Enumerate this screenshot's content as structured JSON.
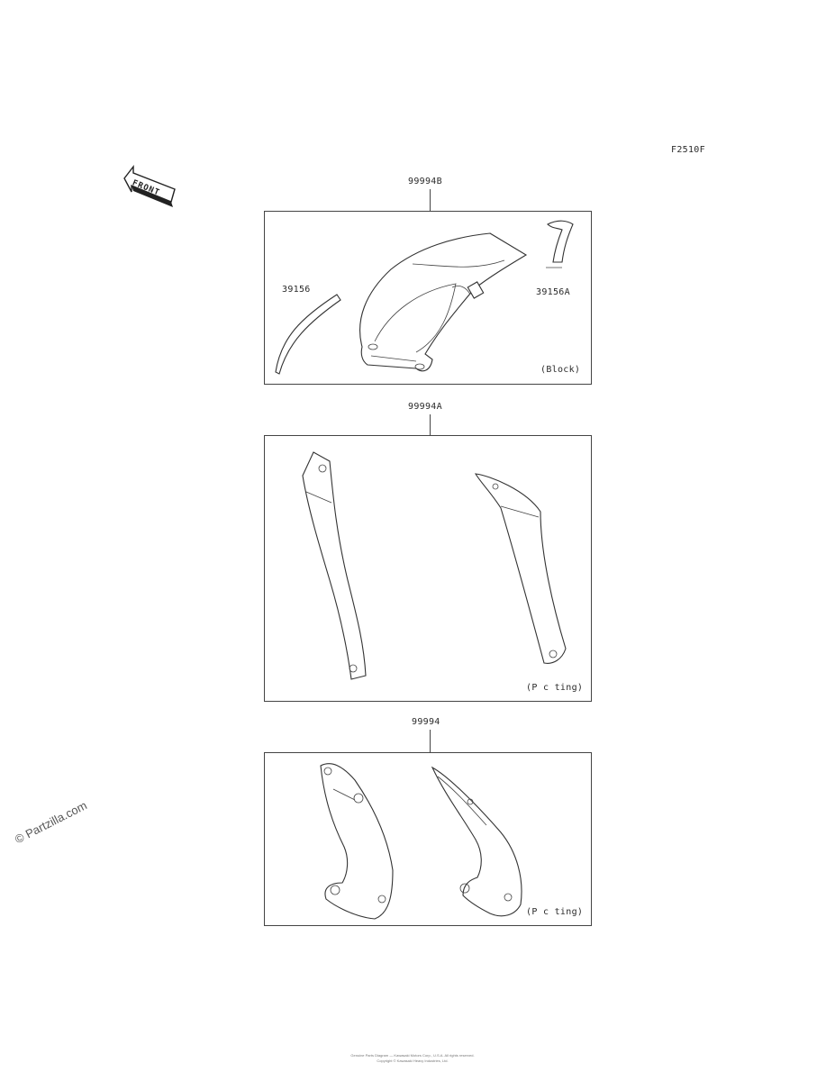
{
  "diagram_code": "F2510F",
  "front_arrow_label": "FRONT",
  "assemblies": [
    {
      "part_number": "99994B",
      "color_note": "(Block)",
      "callouts": [
        "39156",
        "39156A"
      ]
    },
    {
      "part_number": "99994A",
      "color_note": "(P c ting)"
    },
    {
      "part_number": "99994",
      "color_note": "(P c ting)"
    }
  ],
  "watermark": "© Partzilla.com",
  "footer": {
    "line1": "Genuine Parts Diagram — Kawasaki Motors Corp., U.S.A. All rights reserved.",
    "line2": "Copyright © Kawasaki Heavy Industries, Ltd."
  }
}
